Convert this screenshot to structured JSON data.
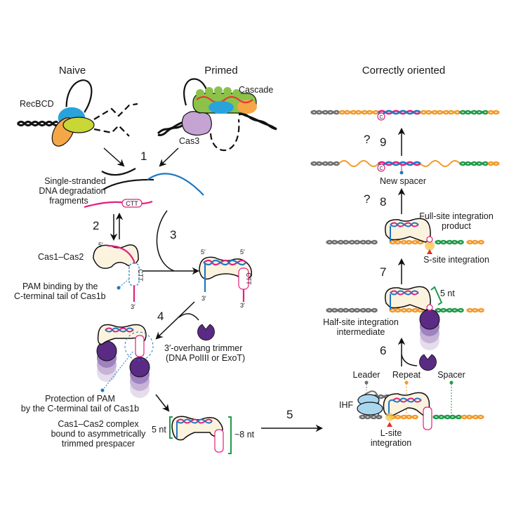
{
  "headers": {
    "naive": "Naive",
    "primed": "Primed",
    "correct": "Correctly oriented"
  },
  "proteins": {
    "recbcd": "RecBCD",
    "cascade": "Cascade",
    "cas3": "Cas3",
    "cas12": "Cas1–Cas2",
    "ihf": "IHF"
  },
  "steps": [
    "1",
    "2",
    "3",
    "4",
    "5",
    "6",
    "7",
    "8",
    "9"
  ],
  "unknown_marks": [
    "?",
    "?"
  ],
  "labels": {
    "ssdna_line1": "Single-stranded",
    "ssdna_line2": "DNA degradation",
    "ssdna_line3": "fragments",
    "pam_motif": "CTT",
    "pam_bind_line1": "PAM binding by the",
    "pam_bind_line2": "C-terminal tail of Cas1b",
    "trimmer_line1": "3′-overhang trimmer",
    "trimmer_line2": "(DNA PolIII or ExoT)",
    "protect_line1": "Protection of PAM",
    "protect_line2": "by the C-terminal tail of Cas1b",
    "complex_line1": "Cas1–Cas2 complex",
    "complex_line2": "bound to asymmetrically",
    "complex_line3": "trimmed prespacer",
    "five_nt": "5 nt",
    "eight_nt": "~8 nt",
    "five_nt_right": "5 nt",
    "new_spacer": "New spacer",
    "full_site_line1": "Full-site integration",
    "full_site_line2": "product",
    "s_site": "S-site integration",
    "half_site_line1": "Half-site integration",
    "half_site_line2": "intermediate",
    "leader": "Leader",
    "repeat": "Repeat",
    "spacer": "Spacer",
    "l_site_line1": "L-site",
    "l_site_line2": "integration",
    "c_mark": "C",
    "five_prime": "5′",
    "three_prime": "3′"
  },
  "colors": {
    "leader": "#6d6e70",
    "repeat": "#f39a2b",
    "spacer": "#1f9a48",
    "strand_pink": "#e2207d",
    "strand_blue": "#1f78c1",
    "cas12_body": "#fcf3df",
    "trimmer": "#5a2a84",
    "ihf": "#a9d7f0",
    "site_red": "#e03030"
  }
}
